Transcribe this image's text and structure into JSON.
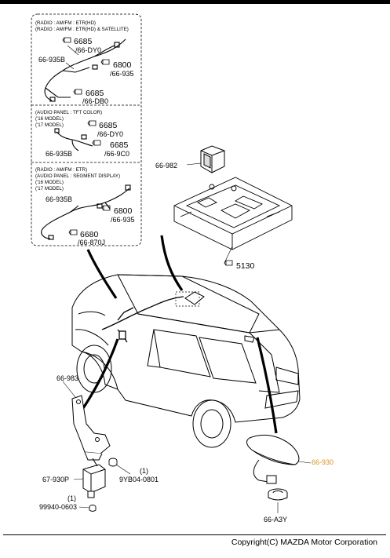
{
  "colors": {
    "line": "#000000",
    "highlight": "#d8901c"
  },
  "panel1": {
    "header_line1": "(RADIO : AM/FM : ETR(HD)",
    "header_line2": "(RADIO : AM/FM : ETR(HD) & SATELLITE)",
    "refs": [
      {
        "code": "6685",
        "sub": "/66-DY0"
      },
      {
        "code": "6800",
        "sub": "/66-935"
      },
      {
        "code": "6685",
        "sub": "/66-DB0"
      }
    ],
    "part": "66-935B"
  },
  "panel2": {
    "header_line1": "(AUDIO PANEL : TFT COLOR)",
    "header_line2": "('16 MODEL)",
    "header_line3": "('17 MODEL)",
    "refs": [
      {
        "code": "6685",
        "sub": "/66-DY0"
      },
      {
        "code": "6685",
        "sub": "/66-9C0"
      }
    ],
    "part": "66-935B"
  },
  "panel3": {
    "header_line1": "(RADIO : AM/FM : ETR)",
    "header_line2": "(AUDIO PANEL : SEGMENT DISPLAY)",
    "header_line3": "('16 MODEL)",
    "header_line4": "('17 MODEL)",
    "refs": [
      {
        "code": "6800",
        "sub": "/66-935"
      },
      {
        "code": "6680",
        "sub": "/66-870J"
      }
    ],
    "part": "66-935B"
  },
  "parts": {
    "p66_982": "66-982",
    "p5130": "5130",
    "p66_983": "66-983",
    "p1a": "(1)",
    "p9yb": "9YB04-0801",
    "p67_930p": "67-930P",
    "p1b": "(1)",
    "p99940": "99940-0603",
    "p66_930": "66-930",
    "p66_a3y": "66-A3Y"
  },
  "footer": {
    "copyright": "Copyright(C) MAZDA Motor Corporation"
  }
}
